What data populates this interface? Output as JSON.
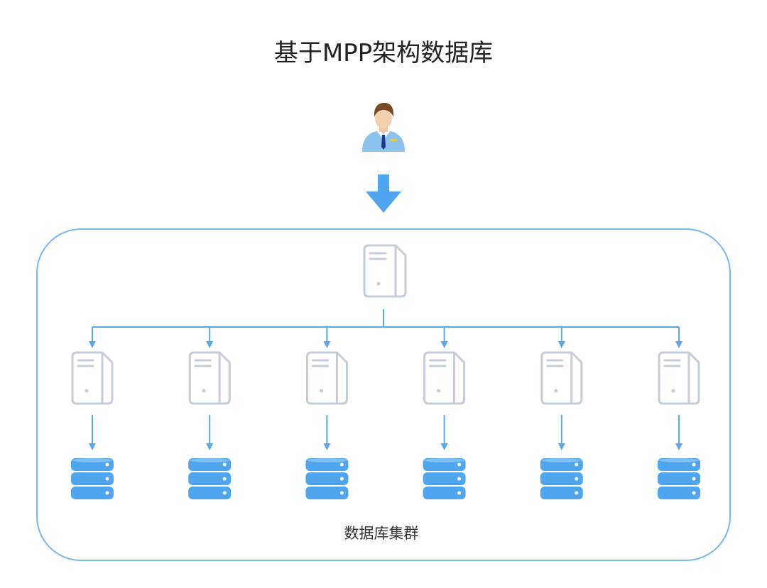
{
  "diagram": {
    "title": "基于MPP架构数据库",
    "cluster_label": "数据库集群",
    "node_count": 6,
    "colors": {
      "accent": "#5aa7ee",
      "server_stroke": "#c5ccda",
      "db_fill": "#4fa6ee",
      "text": "#222222"
    }
  },
  "icons": {
    "user": "user-avatar-icon",
    "arrow": "down-arrow-icon",
    "server": "server-icon",
    "database": "database-icon"
  }
}
